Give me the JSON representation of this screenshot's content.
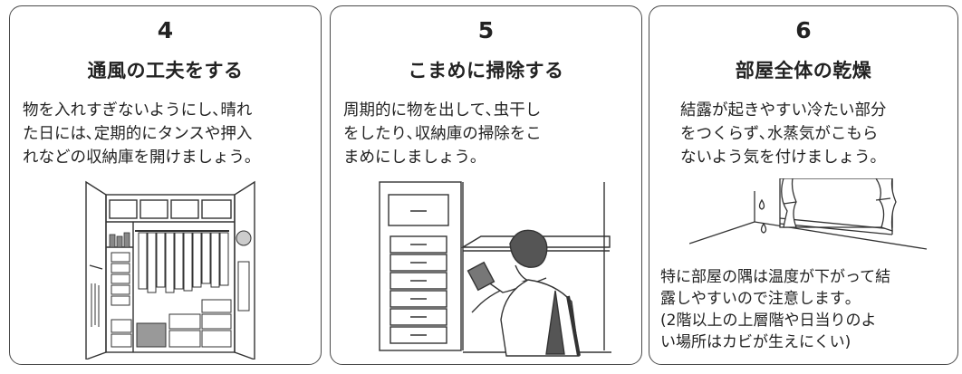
{
  "cards": [
    {
      "number": "4",
      "title": "通風の工夫をする",
      "text": "物を入れすぎないようにし､晴れ\nた日には､定期的にタンスや押入\nれなどの収納庫を開けましょう｡",
      "illustration": "open-closet-icon"
    },
    {
      "number": "5",
      "title": "こまめに掃除する",
      "text": "周期的に物を出して､虫干し\nをしたり､収納庫の掃除をこ\nまめにしましょう｡",
      "illustration": "person-cleaning-shelf-icon"
    },
    {
      "number": "6",
      "title": "部屋全体の乾燥",
      "text": "結露が起きやすい冷たい部分\nをつくらず､水蒸気がこもら\nないよう気を付けましょう｡",
      "note": "特に部屋の隅は温度が下がって結\n露しやすいので注意します｡\n(2階以上の上層階や日当りのよ\nい場所はカビが生えにくい)",
      "illustration": "window-condensation-icon"
    }
  ],
  "colors": {
    "border": "#4a4a4a",
    "text": "#222222",
    "line": "#333333"
  }
}
